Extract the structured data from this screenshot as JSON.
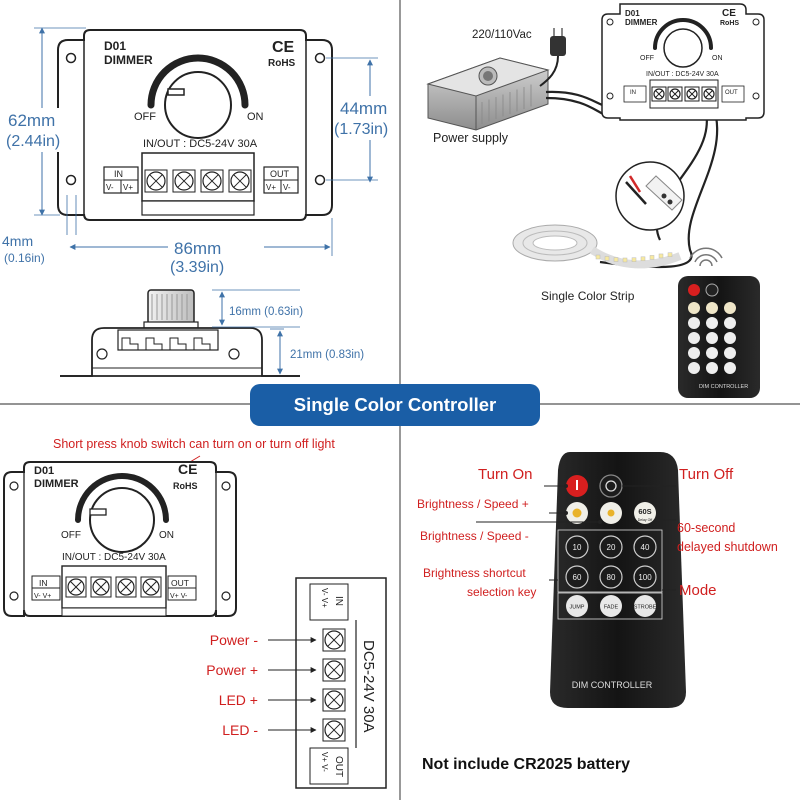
{
  "banner": {
    "title": "Single Color Controller",
    "color": "#1a5ea6"
  },
  "colors": {
    "dimension": "#3f72a8",
    "annotation": "#d01f1f",
    "outline": "#222222",
    "remote_body": "#1c1c1c"
  },
  "dimmer": {
    "model": "D01",
    "name": "DIMMER",
    "ce": "CE",
    "rohs": "RoHS",
    "off": "OFF",
    "on": "ON",
    "spec": "IN/OUT : DC5-24V 30A",
    "in_label": "IN",
    "out_label": "OUT",
    "vminus": "V-",
    "vplus": "V+"
  },
  "dimensions": {
    "height_mm": "62mm",
    "height_in": "(2.44in)",
    "inner_height_mm": "44mm",
    "inner_height_in": "(1.73in)",
    "hole_mm": "4mm",
    "hole_in": "(0.16in)",
    "width_mm": "86mm",
    "width_in": "(3.39in)",
    "knob_height": "16mm (0.63in)",
    "body_height": "21mm (0.83in)"
  },
  "wiring": {
    "mains": "220/110Vac",
    "power_supply": "Power supply",
    "strip": "Single Color Strip",
    "remote_label": "DIM CONTROLLER"
  },
  "knob_note": "Short press knob switch can turn on or turn off light",
  "terminal": {
    "spec": "DC5-24V 30A",
    "pins": [
      "Power -",
      "Power +",
      "LED +",
      "LED -"
    ]
  },
  "remote": {
    "callouts": {
      "turn_on": "Turn On",
      "turn_off": "Turn Off",
      "brightness_up": "Brightness / Speed +",
      "brightness_down": "Brightness / Speed -",
      "delay": "60-second",
      "delay2": "delayed shutdown",
      "shortcut": "Brightness shortcut",
      "shortcut2": "selection key",
      "mode": "Mode"
    },
    "buttons": {
      "timer": "60S",
      "timer_sub": "Delay Off",
      "levels": [
        "10",
        "20",
        "40",
        "60",
        "80",
        "100"
      ],
      "modes": [
        "JUMP",
        "FADE",
        "STROBE"
      ]
    },
    "label": "DIM CONTROLLER"
  },
  "battery_note": "Not include CR2025 battery"
}
